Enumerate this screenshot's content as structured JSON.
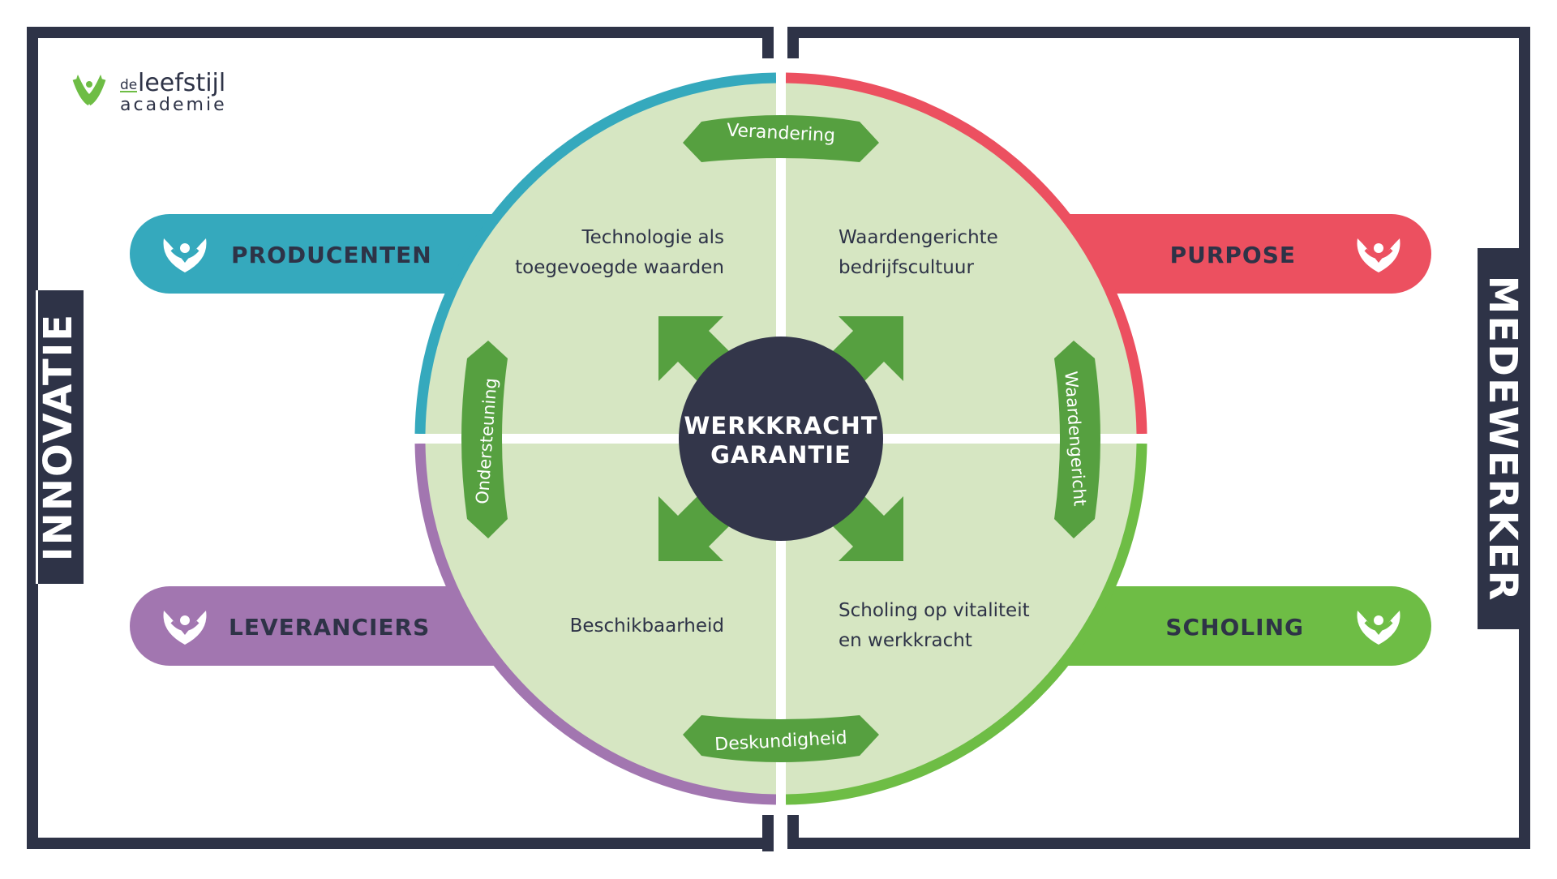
{
  "logo": {
    "de": "de",
    "leefstijl": "leefstijl",
    "academie": "academie"
  },
  "sides": {
    "left": "INNOVATIE",
    "right": "MEDEWERKER"
  },
  "pills": {
    "producenten": "PRODUCENTEN",
    "leveranciers": "LEVERANCIERS",
    "purpose": "PURPOSE",
    "scholing": "SCHOLING"
  },
  "quadrants": {
    "top_left": [
      "Technologie als",
      "toegevoegde waarden"
    ],
    "top_right": [
      "Waardengerichte",
      "bedrijfscultuur"
    ],
    "bottom_left": [
      "Beschikbaarheid"
    ],
    "bottom_right": [
      "Scholing op vitaliteit",
      "en werkkracht"
    ]
  },
  "badges": {
    "top": "Verandering",
    "bottom": "Deskundigheid",
    "left": "Ondersteuning",
    "right": "Waardengericht"
  },
  "center": {
    "line1": "WERKKRACHT",
    "line2": "GARANTIE"
  },
  "colors": {
    "frame": "#2e3347",
    "teal": "#35a9bd",
    "red": "#ec5060",
    "purple": "#a276b0",
    "green": "#6ebd45",
    "dark_green": "#56a040",
    "circle_fill": "#d6e6c2",
    "center": "#33364a"
  }
}
